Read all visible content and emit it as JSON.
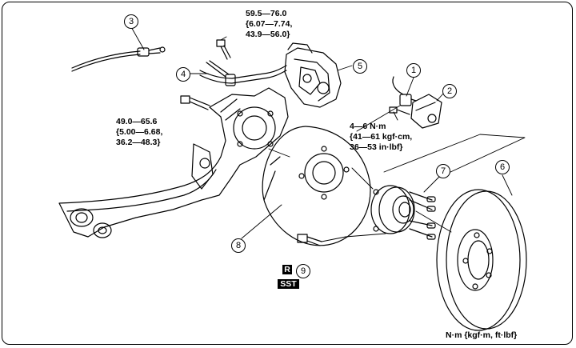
{
  "torque_specs": {
    "caliper_bolt": "59.5—76.0\n{6.07—7.74,\n43.9—56.0}",
    "knuckle_bolt": "49.0—65.6\n{5.00—6.68,\n36.2—48.3}",
    "sensor_bolt": "4—6 N·m\n{41—61 kgf·cm,\n36—53 in·lbf}"
  },
  "callouts": [
    "1",
    "2",
    "3",
    "4",
    "5",
    "6",
    "7",
    "8",
    "9"
  ],
  "badges": {
    "replace": "R",
    "special_tool": "SST"
  },
  "units_note": "N·m {kgf·m, ft·lbf}"
}
